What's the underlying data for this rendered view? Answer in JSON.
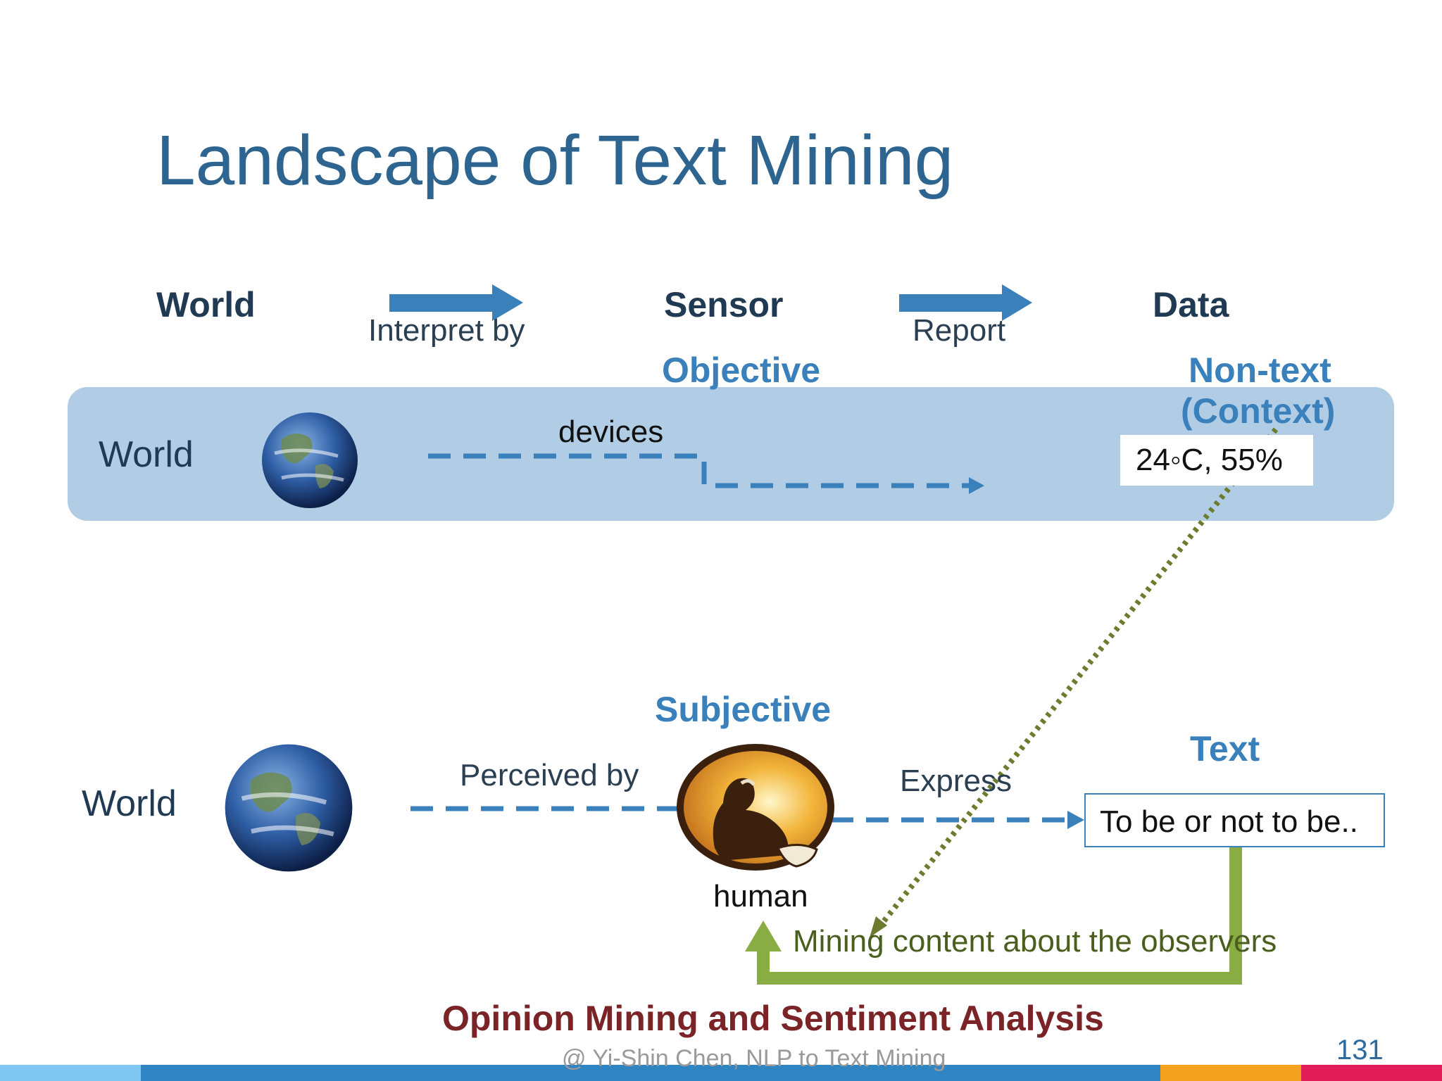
{
  "title": "Landscape of Text Mining",
  "header": {
    "world": "World",
    "interpret_by": "Interpret by",
    "sensor": "Sensor",
    "report": "Report",
    "data": "Data"
  },
  "objective_row": {
    "objective": "Objective",
    "non_text_line1": "Non-text",
    "non_text_line2": "(Context)",
    "world": "World",
    "devices": "devices",
    "reading": "24◦C, 55%"
  },
  "subjective_row": {
    "subjective": "Subjective",
    "text_label": "Text",
    "world": "World",
    "perceived_by": "Perceived by",
    "express": "Express",
    "human": "human",
    "quote": "To be or not to be.."
  },
  "mining_note": "Mining content about the observers",
  "bottom_title": "Opinion Mining and Sentiment Analysis",
  "footer": "@ Yi-Shin Chen, NLP to Text Mining",
  "page_number": "131",
  "icons": [
    "globe-icon",
    "thinker-icon",
    "arrow-right-icon"
  ],
  "colors": {
    "title": "#2e6590",
    "accent_blue": "#3a80bb",
    "band": "#b1cde6",
    "green": "#8aac44",
    "dotted_green": "#6b7c2e",
    "maroon": "#7a2428"
  }
}
